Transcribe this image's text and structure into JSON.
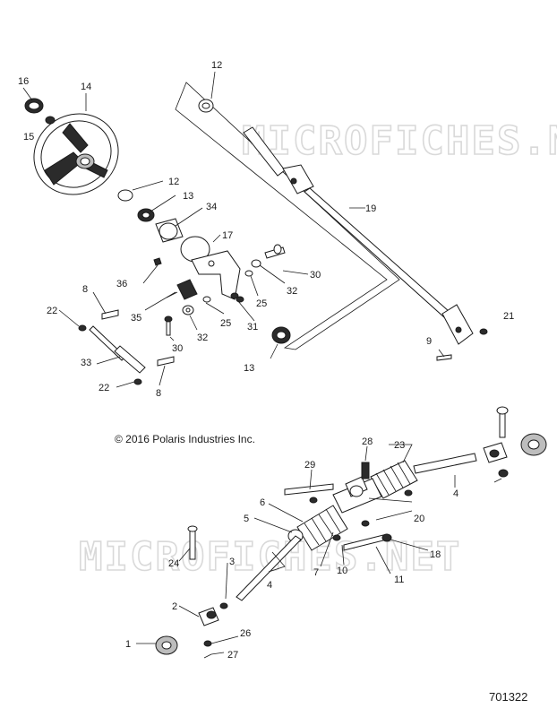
{
  "watermark": "MICROFICHES.NET",
  "copyright": "© 2016 Polaris Industries Inc.",
  "document_number": "701322",
  "callouts": {
    "c16": "16",
    "c14": "14",
    "c15": "15",
    "c12a": "12",
    "c12b": "12",
    "c13a": "13",
    "c13b": "13",
    "c34": "34",
    "c17": "17",
    "c19": "19",
    "c36": "36",
    "c8a": "8",
    "c8b": "8",
    "c35": "35",
    "c22a": "22",
    "c22b": "22",
    "c33": "33",
    "c30a": "30",
    "c30b": "30",
    "c32a": "32",
    "c32b": "32",
    "c25a": "25",
    "c25b": "25",
    "c31": "31",
    "c21": "21",
    "c9": "9",
    "c28": "28",
    "c23": "23",
    "c29": "29",
    "c4a": "4",
    "c4b": "4",
    "c6": "6",
    "c5": "5",
    "c20": "20",
    "c7": "7",
    "c10": "10",
    "c18": "18",
    "c11": "11",
    "c24": "24",
    "c3": "3",
    "c2": "2",
    "c1": "1",
    "c26": "26",
    "c27": "27"
  }
}
